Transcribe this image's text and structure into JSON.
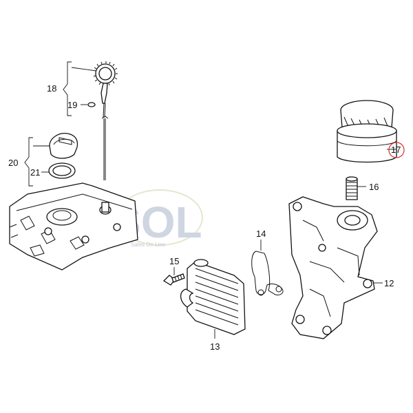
{
  "watermark": {
    "text": "SOL",
    "tagline": "Sales On Line",
    "colors": {
      "s": "#a9b6cc",
      "o": "#c9d8a8",
      "l": "#9db3d6"
    }
  },
  "callouts": {
    "p12": "12",
    "p13": "13",
    "p14": "14",
    "p15": "15",
    "p16": "16",
    "p17": "17",
    "p18": "18",
    "p19": "19",
    "p20": "20",
    "p21": "21"
  },
  "highlight": {
    "part": "17",
    "color": "#d93030"
  }
}
